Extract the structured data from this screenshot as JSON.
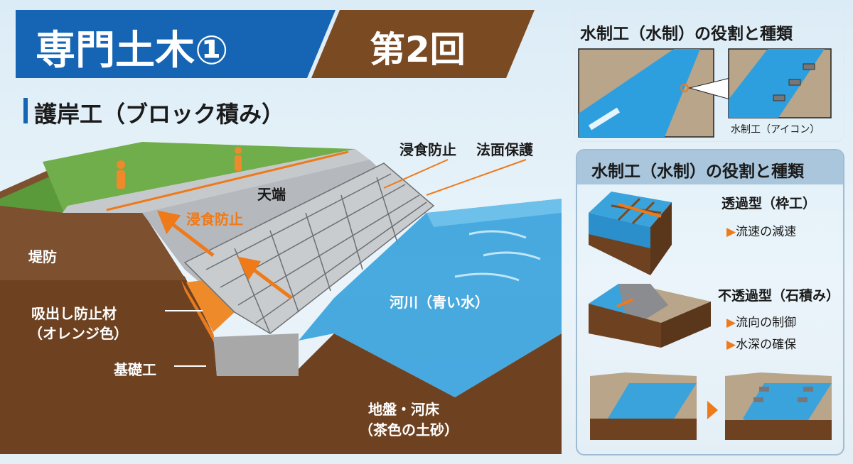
{
  "header": {
    "title": "専門土木①",
    "session": "第2回"
  },
  "section_title": "護岸工（ブロック積み）",
  "illustration_labels": {
    "embankment": "堤防",
    "crown": "天端",
    "erosion_prevention_left": "浸食防止",
    "erosion_prevention_top": "浸食防止",
    "slope_protection": "法面保護",
    "river": "河川（青い水）",
    "filter_material": "吸出し防止材",
    "filter_material_note": "（オレンジ色）",
    "foundation": "基礎工",
    "ground": "地盤・河床",
    "ground_note": "（茶色の土砂）"
  },
  "right_panel": {
    "top_card": {
      "title": "水制工（水制）の役割と種類",
      "icon_caption": "水制工（アイコン）"
    },
    "bottom_card": {
      "title": "水制工（水制）の役割と種類",
      "types": [
        {
          "name": "透過型（枠工）",
          "points": [
            "流速の減速"
          ]
        },
        {
          "name": "不透過型（石積み）",
          "points": [
            "流向の制御",
            "水深の確保"
          ]
        }
      ]
    }
  },
  "colors": {
    "blue": "#1565b4",
    "brown": "#7a4a22",
    "orange": "#ee7a1a",
    "water": "#3aa3dc"
  }
}
